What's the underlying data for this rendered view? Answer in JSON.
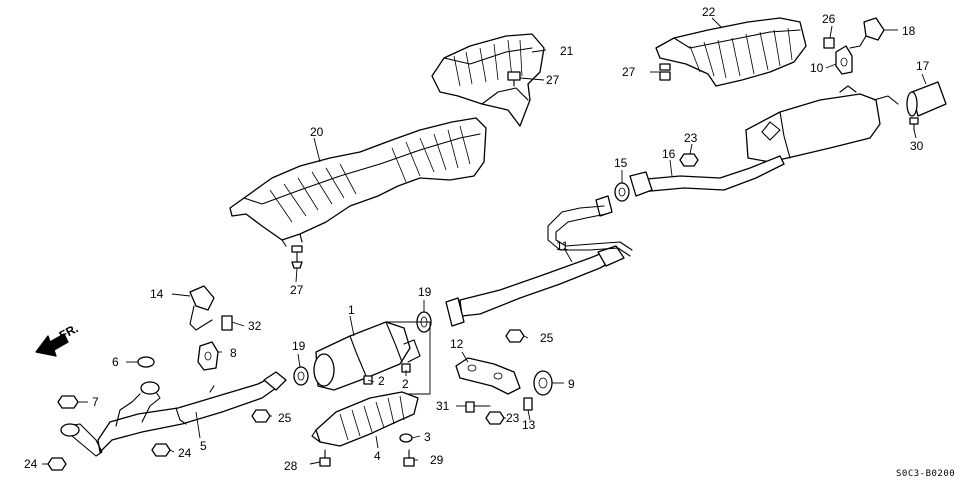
{
  "diagram": {
    "front_marker": "FR.",
    "drawing_code": "S0C3-B0200",
    "callouts": [
      {
        "id": "c1",
        "label": "1"
      },
      {
        "id": "c2a",
        "label": "2"
      },
      {
        "id": "c2b",
        "label": "2"
      },
      {
        "id": "c3",
        "label": "3"
      },
      {
        "id": "c4",
        "label": "4"
      },
      {
        "id": "c5",
        "label": "5"
      },
      {
        "id": "c6",
        "label": "6"
      },
      {
        "id": "c7",
        "label": "7"
      },
      {
        "id": "c8",
        "label": "8"
      },
      {
        "id": "c9",
        "label": "9"
      },
      {
        "id": "c10",
        "label": "10"
      },
      {
        "id": "c11",
        "label": "11"
      },
      {
        "id": "c12",
        "label": "12"
      },
      {
        "id": "c13",
        "label": "13"
      },
      {
        "id": "c14",
        "label": "14"
      },
      {
        "id": "c15",
        "label": "15"
      },
      {
        "id": "c16",
        "label": "16"
      },
      {
        "id": "c17",
        "label": "17"
      },
      {
        "id": "c18",
        "label": "18"
      },
      {
        "id": "c19a",
        "label": "19"
      },
      {
        "id": "c19b",
        "label": "19"
      },
      {
        "id": "c20",
        "label": "20"
      },
      {
        "id": "c21",
        "label": "21"
      },
      {
        "id": "c22",
        "label": "22"
      },
      {
        "id": "c23a",
        "label": "23"
      },
      {
        "id": "c23b",
        "label": "23"
      },
      {
        "id": "c24a",
        "label": "24"
      },
      {
        "id": "c24b",
        "label": "24"
      },
      {
        "id": "c25a",
        "label": "25"
      },
      {
        "id": "c25b",
        "label": "25"
      },
      {
        "id": "c26",
        "label": "26"
      },
      {
        "id": "c27a",
        "label": "27"
      },
      {
        "id": "c27b",
        "label": "27"
      },
      {
        "id": "c27c",
        "label": "27"
      },
      {
        "id": "c28",
        "label": "28"
      },
      {
        "id": "c29",
        "label": "29"
      },
      {
        "id": "c30",
        "label": "30"
      },
      {
        "id": "c31",
        "label": "31"
      },
      {
        "id": "c32",
        "label": "32"
      }
    ]
  }
}
